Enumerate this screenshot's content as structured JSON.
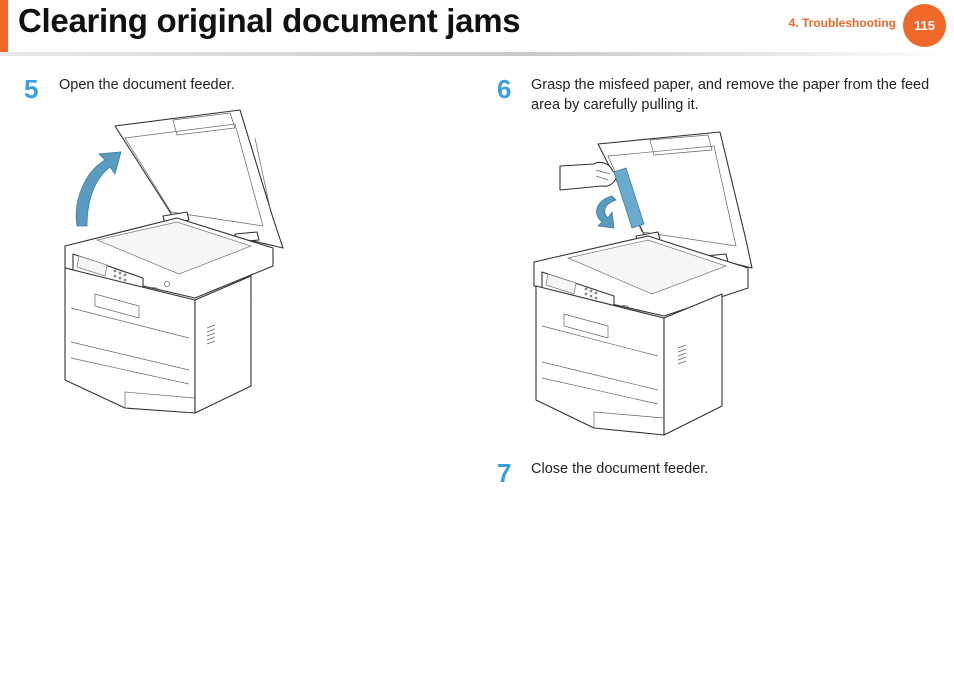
{
  "header": {
    "title": "Clearing original document jams",
    "section": "4.  Troubleshooting",
    "page_number": "115"
  },
  "steps": [
    {
      "number": "5",
      "text": "Open the document feeder."
    },
    {
      "number": "6",
      "text_line1": "Grasp the misfeed paper, and remove the paper from the feed",
      "text_line2": "area by carefully pulling it."
    },
    {
      "number": "7",
      "text": "Close the document feeder."
    }
  ],
  "colors": {
    "accent": "#f0672a",
    "step_number": "#3aa0dd",
    "arrow": "#5b9bc0"
  }
}
